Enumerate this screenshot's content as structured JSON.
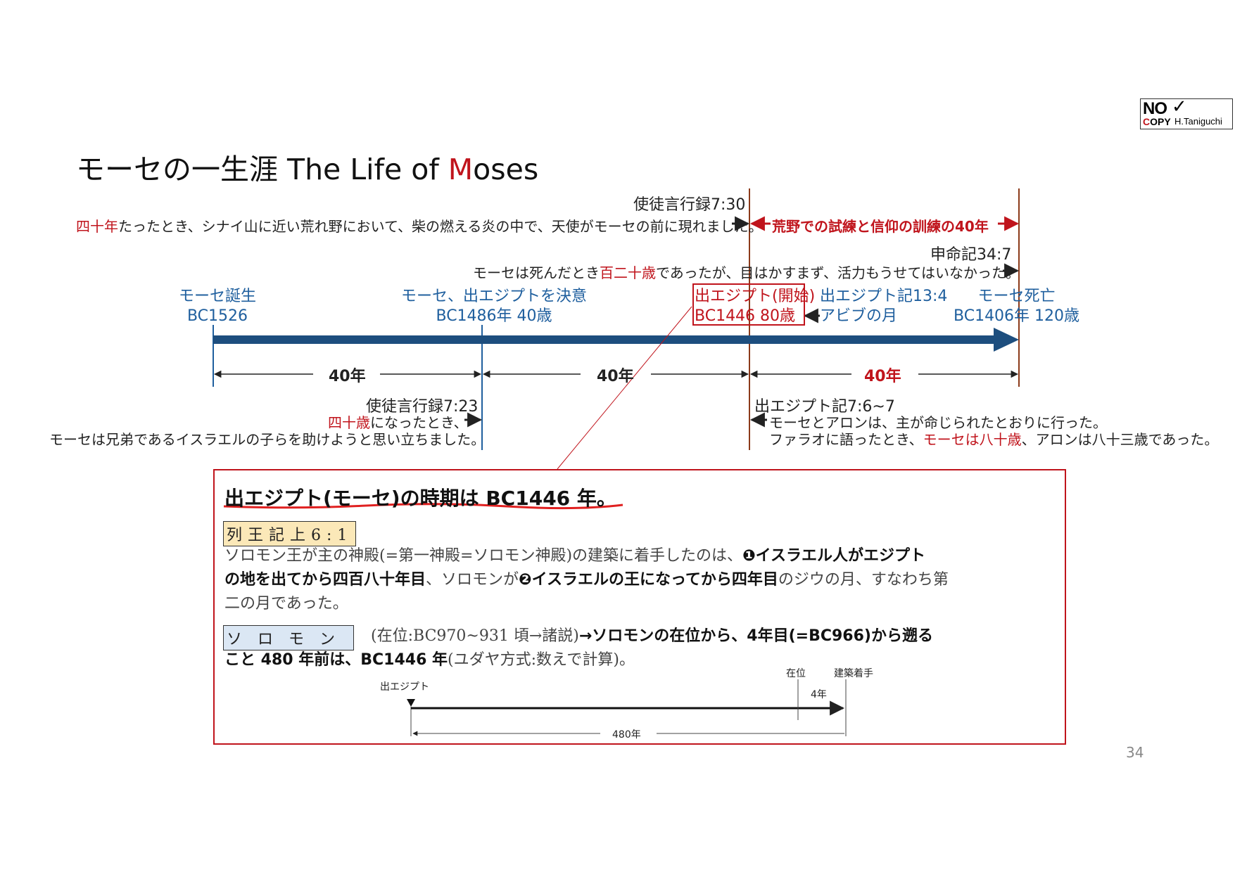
{
  "title": {
    "prefix": "モーセの一生涯  The Life of ",
    "accent": "M",
    "suffix": "oses"
  },
  "logo": {
    "no": "NO",
    "copy_first": "C",
    "copy_rest": "OPY",
    "name": "H.Taniguchi"
  },
  "page_number": "34",
  "timeline": {
    "top_ref_1": "使徒言行録7:30",
    "top_quote_red": "四十年",
    "top_quote": "たったとき、シナイ山に近い荒れ野において、柴の燃える炎の中で、天使がモーセの前に現れました。",
    "wilderness_label": "荒野での試練と信仰の訓練の40年",
    "top_ref_2": "申命記34:7",
    "death_quote_a": "モーセは死んだとき",
    "death_quote_red": "百二十歳",
    "death_quote_b": "であったが、目はかすまず、活力もうせてはいなかった。",
    "events": [
      {
        "name": "モーセ誕生",
        "date": "BC1526",
        "age_years": 0
      },
      {
        "name": "モーセ、出エジプトを決意",
        "date": "BC1486年 40歳",
        "age_years": 40
      },
      {
        "name": "出エジプト(開始)",
        "date": "BC1446 80歳",
        "age_years": 80
      },
      {
        "name": "モーセ死亡",
        "date": "BC1406年 120歳",
        "age_years": 120
      }
    ],
    "exodus_ref": "出エジプト記13:4",
    "exodus_month": "アビブの月",
    "spans": [
      {
        "label": "40年",
        "red": false
      },
      {
        "label": "40年",
        "red": false
      },
      {
        "label": "40年",
        "red": true
      }
    ],
    "acts_ref": "使徒言行録7:23",
    "acts_red": "四十歳",
    "acts_line1": "になったとき、",
    "acts_line2": "モーセは兄弟であるイスラエルの子らを助けようと思い立ちました。",
    "exodus7_ref": "出エジプト記7:6~7",
    "exodus7_line1": "モーセとアロンは、主が命じられたとおりに行った。",
    "exodus7_line2a": "ファラオに語ったとき、",
    "exodus7_red": "モーセは八十歳",
    "exodus7_line2b": "、アロンは八十三歳であった。"
  },
  "detail": {
    "heading": "出エジプト(モーセ)の時期は BC1446 年。",
    "kings_tag": "列王記上6:1",
    "kings_line1_a": "ソロモン王が主の神殿(=第一神殿=ソロモン神殿)の建築に着手したのは、",
    "kings_line1_b": "❶イスラエル人がエジプト",
    "kings_line2_a": "の地を出てから四百八十年目",
    "kings_line2_b": "、ソロモンが",
    "kings_line2_c": "❷イスラエルの王になってから四年目",
    "kings_line2_d": "のジウの月、すなわち第",
    "kings_line3": "二の月であった。",
    "solomon_tag": "ソロモン",
    "solomon_line1_a": "(在位:BC970~931 頃→諸説)",
    "solomon_line1_b": "→ソロモンの在位から、4年目(=BC966)から遡る",
    "solomon_line2_a": "こと 480 年前は、BC1446 年",
    "solomon_line2_b": "(ユダヤ方式:数えで計算)。",
    "mini": {
      "exodus": "出エジプト",
      "reign": "在位",
      "build": "建築着手",
      "four": "4年",
      "span": "480年"
    }
  }
}
